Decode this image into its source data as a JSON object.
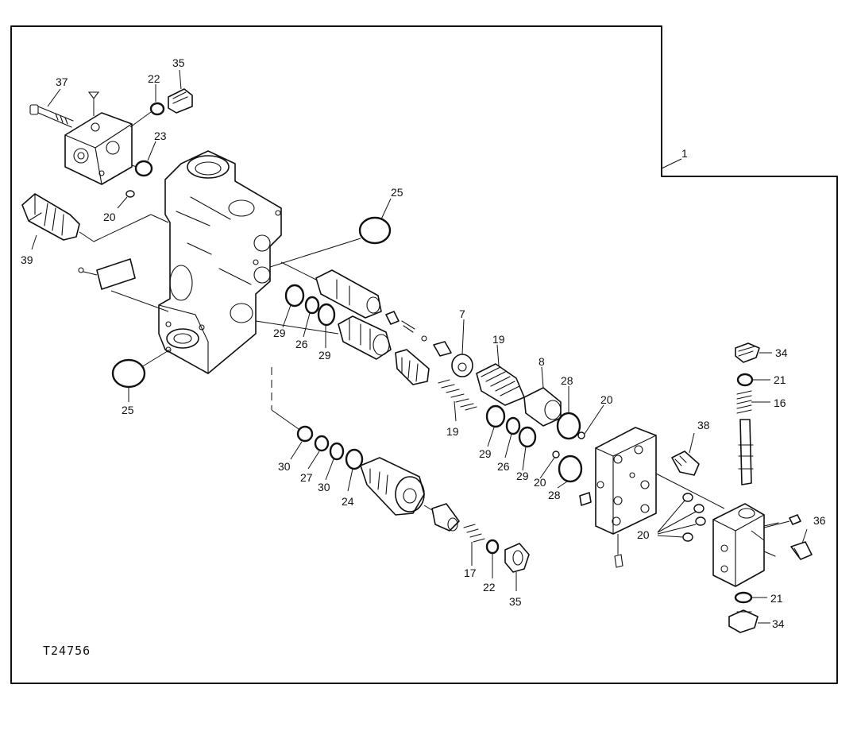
{
  "figure_code": "T24756",
  "assembly_label": "1",
  "callouts": [
    {
      "id": "c37",
      "text": "37"
    },
    {
      "id": "c22a",
      "text": "22"
    },
    {
      "id": "c35a",
      "text": "35"
    },
    {
      "id": "c23",
      "text": "23"
    },
    {
      "id": "c20a",
      "text": "20"
    },
    {
      "id": "c39",
      "text": "39"
    },
    {
      "id": "c25a",
      "text": "25"
    },
    {
      "id": "c25b",
      "text": "25"
    },
    {
      "id": "c29a",
      "text": "29"
    },
    {
      "id": "c26a",
      "text": "26"
    },
    {
      "id": "c29b",
      "text": "29"
    },
    {
      "id": "c7",
      "text": "7"
    },
    {
      "id": "c19a",
      "text": "19"
    },
    {
      "id": "c19b",
      "text": "19"
    },
    {
      "id": "c8",
      "text": "8"
    },
    {
      "id": "c28a",
      "text": "28"
    },
    {
      "id": "c20b",
      "text": "20"
    },
    {
      "id": "c29c",
      "text": "29"
    },
    {
      "id": "c26b",
      "text": "26"
    },
    {
      "id": "c29d",
      "text": "29"
    },
    {
      "id": "c20c",
      "text": "20"
    },
    {
      "id": "c28b",
      "text": "28"
    },
    {
      "id": "c38",
      "text": "38"
    },
    {
      "id": "c34a",
      "text": "34"
    },
    {
      "id": "c21a",
      "text": "21"
    },
    {
      "id": "c16",
      "text": "16"
    },
    {
      "id": "c30a",
      "text": "30"
    },
    {
      "id": "c27",
      "text": "27"
    },
    {
      "id": "c30b",
      "text": "30"
    },
    {
      "id": "c24",
      "text": "24"
    },
    {
      "id": "c20d",
      "text": "20"
    },
    {
      "id": "c36",
      "text": "36"
    },
    {
      "id": "c17",
      "text": "17"
    },
    {
      "id": "c22b",
      "text": "22"
    },
    {
      "id": "c35b",
      "text": "35"
    },
    {
      "id": "c21b",
      "text": "21"
    },
    {
      "id": "c34b",
      "text": "34"
    }
  ]
}
